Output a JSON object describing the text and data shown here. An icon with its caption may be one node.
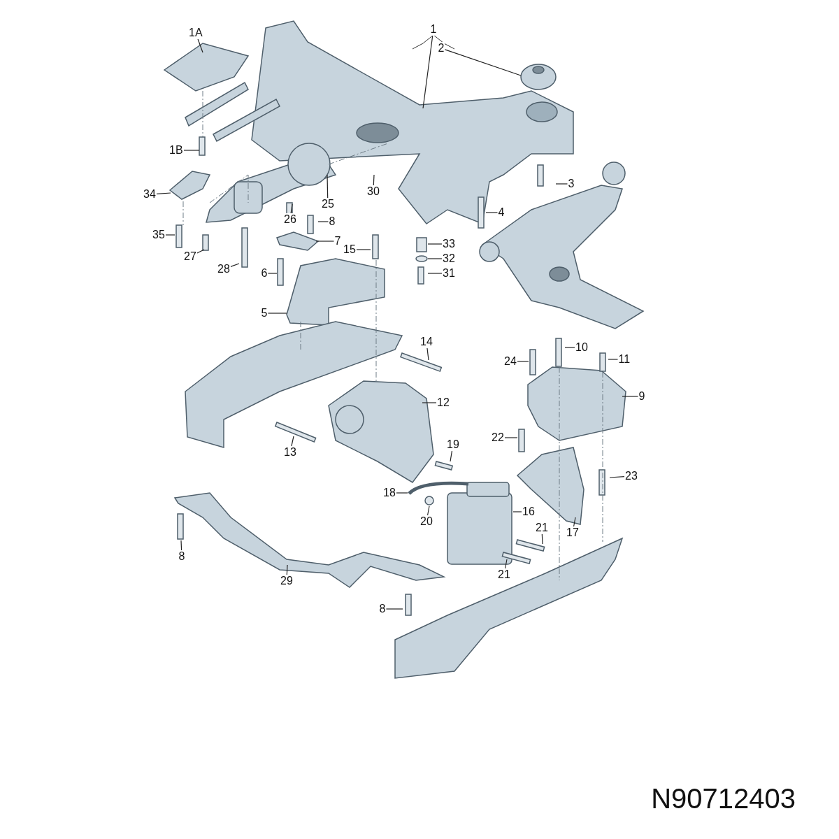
{
  "diagram": {
    "caption": "N90712403",
    "nodes": [
      {
        "text": [
          "1A"
        ]
      },
      {
        "text": [
          "1"
        ]
      },
      {
        "text": [
          "2"
        ]
      },
      {
        "text": [
          "1B"
        ]
      },
      {
        "text": [
          "34"
        ]
      },
      {
        "text": [
          "25"
        ]
      },
      {
        "text": [
          "30"
        ]
      },
      {
        "text": [
          "26"
        ]
      },
      {
        "text": [
          "3"
        ]
      },
      {
        "text": [
          "4"
        ]
      },
      {
        "text": [
          "35"
        ]
      },
      {
        "text": [
          "8"
        ]
      },
      {
        "text": [
          "7"
        ]
      },
      {
        "text": [
          "15"
        ]
      },
      {
        "text": [
          "33"
        ]
      },
      {
        "text": [
          "32"
        ]
      },
      {
        "text": [
          "31"
        ]
      },
      {
        "text": [
          "27"
        ]
      },
      {
        "text": [
          "28"
        ]
      },
      {
        "text": [
          "6"
        ]
      },
      {
        "text": [
          "5"
        ]
      },
      {
        "text": [
          "14"
        ]
      },
      {
        "text": [
          "24"
        ]
      },
      {
        "text": [
          "10"
        ]
      },
      {
        "text": [
          "11"
        ]
      },
      {
        "text": [
          "12"
        ]
      },
      {
        "text": [
          "9"
        ]
      },
      {
        "text": [
          "22"
        ]
      },
      {
        "text": [
          "13"
        ]
      },
      {
        "text": [
          "19"
        ]
      },
      {
        "text": [
          "23"
        ]
      },
      {
        "text": [
          "18"
        ]
      },
      {
        "text": [
          "16"
        ]
      },
      {
        "text": [
          "20"
        ]
      },
      {
        "text": [
          "17"
        ]
      },
      {
        "text": [
          "21"
        ]
      },
      {
        "text": [
          "8"
        ]
      },
      {
        "text": [
          "21"
        ]
      },
      {
        "text": [
          "29"
        ]
      },
      {
        "text": [
          "8"
        ]
      }
    ],
    "edges": [
      {
        "from": 0,
        "to": null,
        "arrow": "none"
      },
      {
        "from": 1,
        "to": null,
        "arrow": "none"
      },
      {
        "from": 2,
        "to": null,
        "arrow": "none"
      },
      {
        "from": 3,
        "to": null,
        "arrow": "none"
      },
      {
        "from": 4,
        "to": null,
        "arrow": "none"
      },
      {
        "from": 5,
        "to": null,
        "arrow": "none"
      },
      {
        "from": 6,
        "to": null,
        "arrow": "none"
      },
      {
        "from": 7,
        "to": null,
        "arrow": "none"
      },
      {
        "from": 8,
        "to": null,
        "arrow": "none"
      },
      {
        "from": 9,
        "to": null,
        "arrow": "none"
      },
      {
        "from": 10,
        "to": null,
        "arrow": "none"
      },
      {
        "from": 11,
        "to": null,
        "arrow": "none"
      },
      {
        "from": 12,
        "to": null,
        "arrow": "none"
      },
      {
        "from": 13,
        "to": null,
        "arrow": "none"
      },
      {
        "from": 14,
        "to": null,
        "arrow": "none"
      },
      {
        "from": 15,
        "to": null,
        "arrow": "none"
      },
      {
        "from": 16,
        "to": null,
        "arrow": "none"
      },
      {
        "from": 17,
        "to": null,
        "arrow": "none"
      },
      {
        "from": 18,
        "to": null,
        "arrow": "none"
      },
      {
        "from": 19,
        "to": null,
        "arrow": "none"
      },
      {
        "from": 20,
        "to": null,
        "arrow": "none"
      },
      {
        "from": 21,
        "to": null,
        "arrow": "none"
      },
      {
        "from": 22,
        "to": null,
        "arrow": "none"
      },
      {
        "from": 23,
        "to": null,
        "arrow": "none"
      },
      {
        "from": 24,
        "to": null,
        "arrow": "none"
      },
      {
        "from": 25,
        "to": null,
        "arrow": "none"
      },
      {
        "from": 26,
        "to": null,
        "arrow": "none"
      },
      {
        "from": 27,
        "to": null,
        "arrow": "none"
      },
      {
        "from": 28,
        "to": null,
        "arrow": "none"
      },
      {
        "from": 29,
        "to": null,
        "arrow": "none"
      },
      {
        "from": 30,
        "to": null,
        "arrow": "none"
      },
      {
        "from": 31,
        "to": null,
        "arrow": "none"
      },
      {
        "from": 32,
        "to": null,
        "arrow": "none"
      },
      {
        "from": 33,
        "to": null,
        "arrow": "none"
      },
      {
        "from": 34,
        "to": null,
        "arrow": "none"
      },
      {
        "from": 35,
        "to": null,
        "arrow": "none"
      },
      {
        "from": 36,
        "to": null,
        "arrow": "none"
      },
      {
        "from": 37,
        "to": null,
        "arrow": "none"
      },
      {
        "from": 38,
        "to": null,
        "arrow": "none"
      },
      {
        "from": 39,
        "to": null,
        "arrow": "none"
      }
    ]
  }
}
